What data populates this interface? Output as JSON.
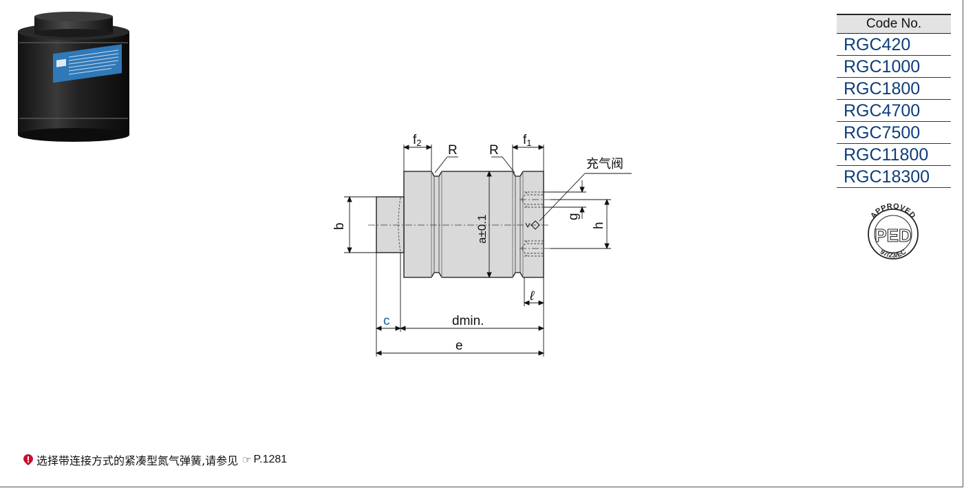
{
  "code_table": {
    "header": "Code No.",
    "codes": [
      "RGC420",
      "RGC1000",
      "RGC1800",
      "RGC4700",
      "RGC7500",
      "RGC11800",
      "RGC18300"
    ]
  },
  "drawing": {
    "labels": {
      "f2": "f",
      "f2_sub": "2",
      "f1": "f",
      "f1_sub": "1",
      "r_left": "R",
      "r_right": "R",
      "valve": "充气阀",
      "a": "a±0.1",
      "b": "b",
      "g": "g",
      "h": "h",
      "l": "ℓ",
      "c": "c",
      "dmin": "dmin.",
      "e": "e"
    }
  },
  "certification": {
    "top_text": "APPROVED",
    "mark": "PED",
    "bottom_text": "97/23/EC"
  },
  "note": {
    "text": "选择带连接方式的紧凑型氮气弹簧,请参见",
    "page_ref": "P.1281"
  },
  "colors": {
    "code_text": "#0d3e7a",
    "c_label": "#1a5fa8",
    "note_icon": "#c8102e",
    "label_blue": "#2a6cb0"
  }
}
